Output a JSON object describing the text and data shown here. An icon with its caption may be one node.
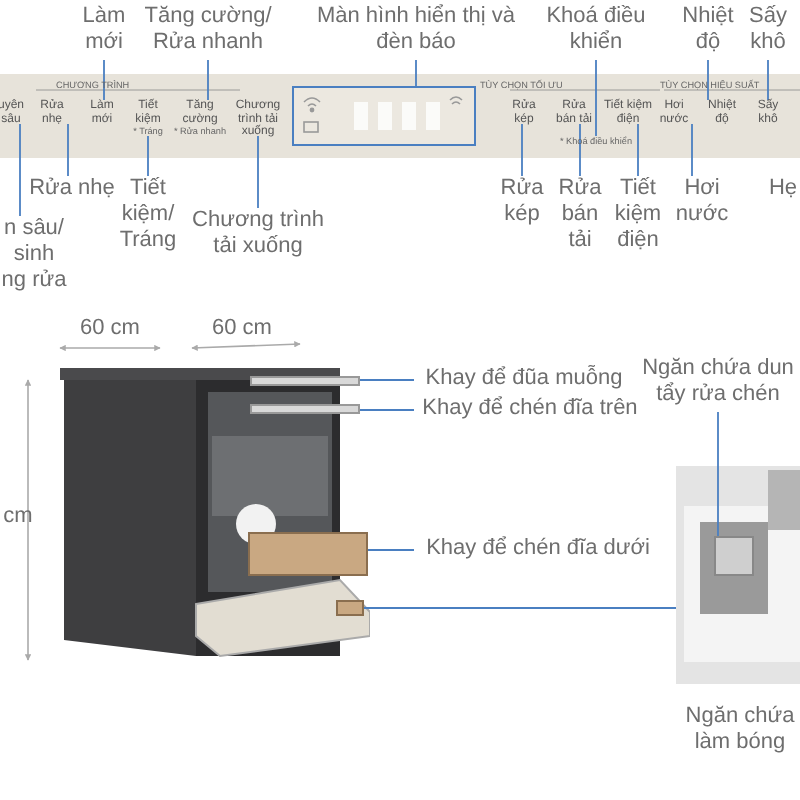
{
  "diagram": {
    "nodes": [
      {
        "text": [
          "CHƯƠNG TRÌNH",
          "TÙY CHỌN TỐI ƯU",
          "TÙY CHỌN HIỆU SUẤT"
        ]
      },
      {
        "text": [
          "uyên sâu"
        ],
        "in": 0
      },
      {
        "text": [
          "Rửa nhẹ"
        ],
        "in": 0
      },
      {
        "text": [
          "Làm mới"
        ],
        "in": 0
      },
      {
        "text": [
          "Tiết kiệm",
          "* Tráng"
        ],
        "in": 0
      },
      {
        "text": [
          "Tăng cường",
          "* Rửa nhanh"
        ],
        "in": 0
      },
      {
        "text": [
          "Chương trình tải xuống"
        ],
        "in": 0
      },
      {
        "text": [],
        "shape": "box",
        "in": 0
      },
      {
        "text": [
          "Rửa kép"
        ],
        "in": 0
      },
      {
        "text": [
          "Rửa bán tải"
        ],
        "in": 0
      },
      {
        "text": [
          "* Khoá điều khiển"
        ],
        "in": 0
      },
      {
        "text": [
          "Tiết kiệm điện"
        ],
        "in": 0
      },
      {
        "text": [
          "Hơi nước"
        ],
        "in": 0
      },
      {
        "text": [
          "Nhiệt độ"
        ],
        "in": 0
      },
      {
        "text": [
          "Sấy khô"
        ],
        "in": 0
      },
      {
        "text": [
          "Làm mới"
        ]
      },
      {
        "text": [
          "Tăng cường/ Rửa nhanh"
        ]
      },
      {
        "text": [
          "Màn hình hiển thị và đèn báo"
        ]
      },
      {
        "text": [
          "Khoá điều khiển"
        ]
      },
      {
        "text": [
          "Nhiệt độ"
        ]
      },
      {
        "text": [
          "Sấy khô"
        ]
      },
      {
        "text": [
          "Rửa nhẹ"
        ]
      },
      {
        "text": [
          "n sâu/ sinh ng rửa"
        ]
      },
      {
        "text": [
          "Tiết kiệm/ Tráng"
        ]
      },
      {
        "text": [
          "Chương trình tải xuống"
        ]
      },
      {
        "text": [
          "Rửa kép"
        ]
      },
      {
        "text": [
          "Rửa bán tải"
        ]
      },
      {
        "text": [
          "Tiết kiệm điện"
        ]
      },
      {
        "text": [
          "Hơi nước"
        ]
      },
      {
        "text": [],
        "shape": "picture"
      },
      {
        "text": [],
        "shape": "bar",
        "in": 29
      },
      {
        "text": [],
        "shape": "bar",
        "in": 29
      },
      {
        "text": [],
        "shape": "box",
        "in": 29
      },
      {
        "text": [],
        "shape": "box",
        "in": 29
      },
      {
        "text": [
          "Khay để đũa muỗng"
        ]
      },
      {
        "text": [
          "Khay để chén đĩa trên"
        ]
      },
      {
        "text": [
          "Khay để chén đĩa dưới"
        ]
      },
      {
        "text": [
          "Ngăn chứa dun tẩy rửa chén"
        ]
      },
      {
        "text": [],
        "shape": "picture"
      },
      {
        "text": [],
        "shape": "box",
        "in": 38
      }
    ],
    "edges": [
      {
        "from": 15,
        "to": 3,
        "arrow": "none"
      },
      {
        "from": 16,
        "to": 5,
        "arrow": "none"
      },
      {
        "from": 17,
        "to": 7,
        "arrow": "none"
      },
      {
        "from": 18,
        "to": 10,
        "arrow": "none"
      },
      {
        "from": 19,
        "to": 13,
        "arrow": "none"
      },
      {
        "from": 20,
        "to": 14,
        "arrow": "none"
      },
      {
        "from": 21,
        "to": 2,
        "arrow": "none"
      },
      {
        "from": 22,
        "to": 1,
        "arrow": "none"
      },
      {
        "from": 23,
        "to": 4,
        "arrow": "none"
      },
      {
        "from": 24,
        "to": 6,
        "arrow": "none"
      },
      {
        "from": 25,
        "to": 8,
        "arrow": "none"
      },
      {
        "from": 26,
        "to": 9,
        "arrow": "none"
      },
      {
        "from": 27,
        "to": 11,
        "arrow": "none"
      },
      {
        "from": 28,
        "to": 12,
        "arrow": "none"
      },
      {
        "from": 34,
        "to": 30,
        "arrow": "none"
      },
      {
        "from": 35,
        "to": 31,
        "arrow": "none"
      },
      {
        "from": 36,
        "to": 32,
        "arrow": "none"
      },
      {
        "from": 33,
        "to": 38,
        "arrow": "none"
      },
      {
        "from": 37,
        "to": 39,
        "arrow": "none"
      }
    ],
    "labels": [
      "Hẹ",
      "60 cm",
      "60 cm",
      "cm",
      "Ngăn chứa làm bóng"
    ]
  }
}
